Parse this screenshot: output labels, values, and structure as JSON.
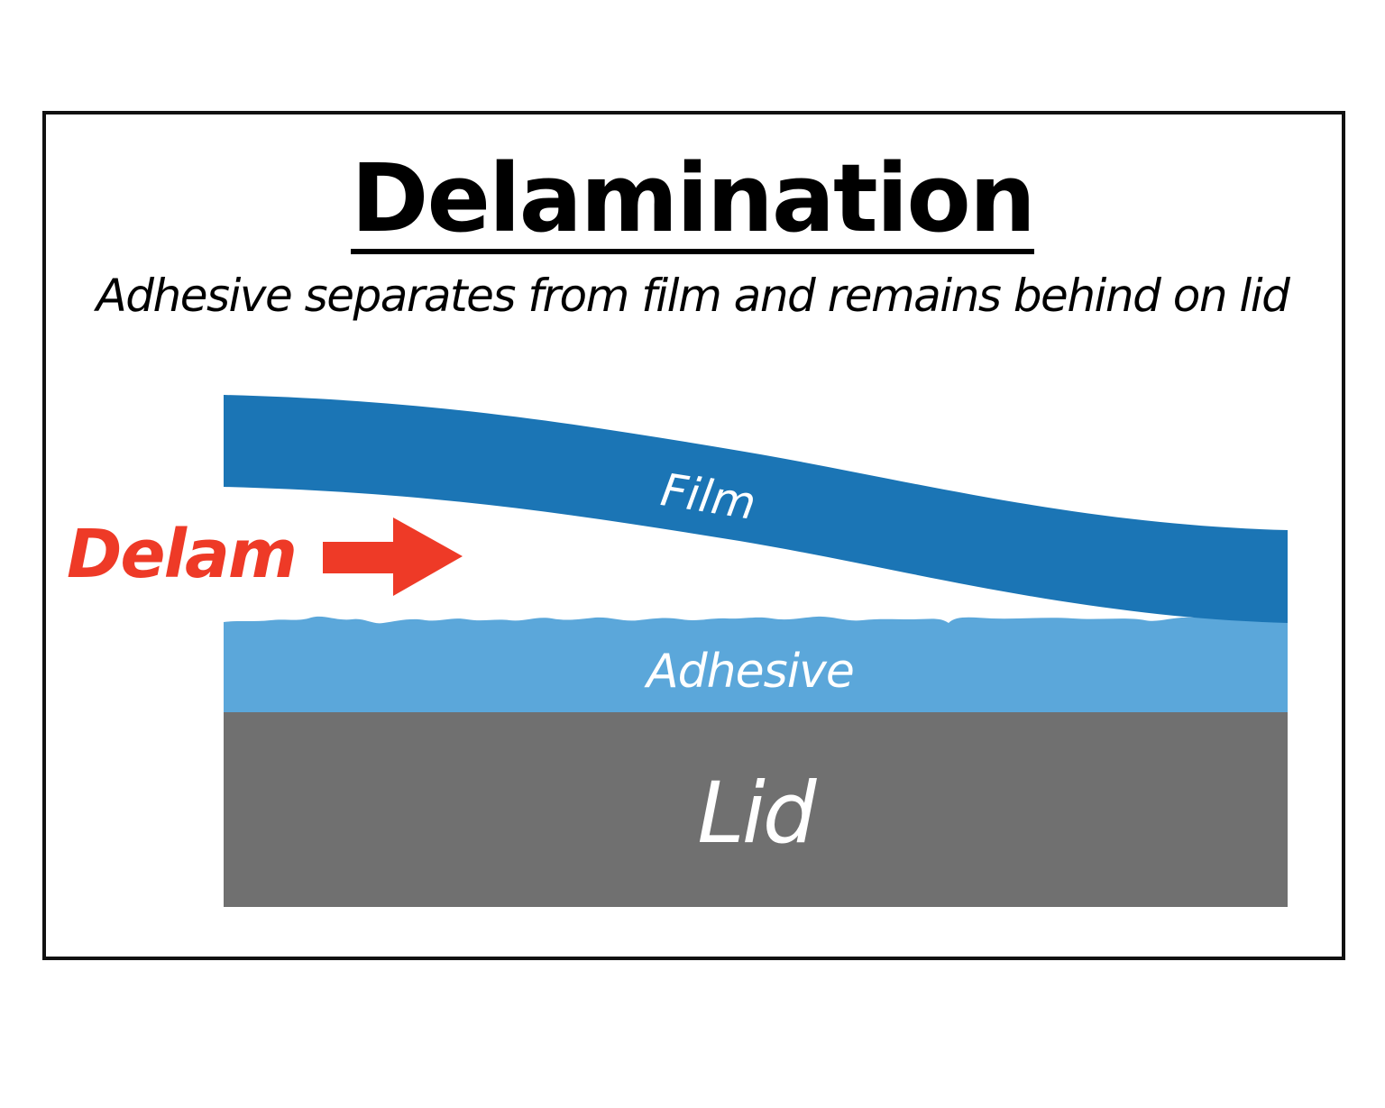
{
  "title": "Delamination",
  "subtitle": "Adhesive separates from film and remains behind on lid",
  "labels": {
    "film": "Film",
    "adhesive": "Adhesive",
    "lid": "Lid",
    "delam": "Delam"
  },
  "colors": {
    "film": "#1b75b5",
    "adhesive": "#5ba7da",
    "lid": "#707070",
    "delam": "#ee3a27",
    "layer_text": "#ffffff",
    "border": "#111111"
  },
  "icons": {
    "delam_arrow": "right-arrow-icon"
  }
}
